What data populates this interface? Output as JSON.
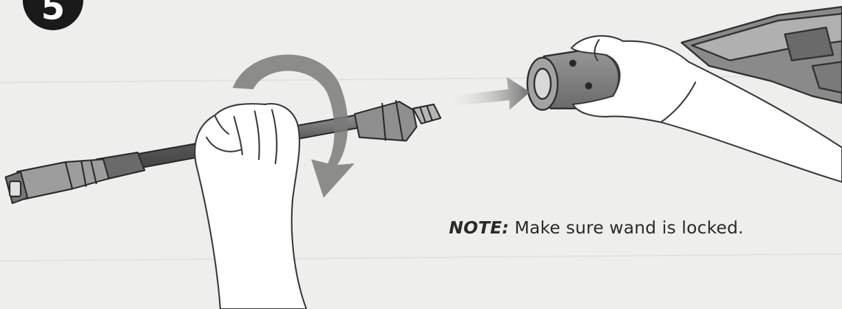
{
  "step": {
    "number": "5"
  },
  "note": {
    "label": "NOTE:",
    "text": "Make sure wand is locked."
  },
  "colors": {
    "background": "#eeeeec",
    "ink": "#2a2a2a",
    "arrow": "#7a7a7a",
    "badge": "#1a1a1a"
  }
}
